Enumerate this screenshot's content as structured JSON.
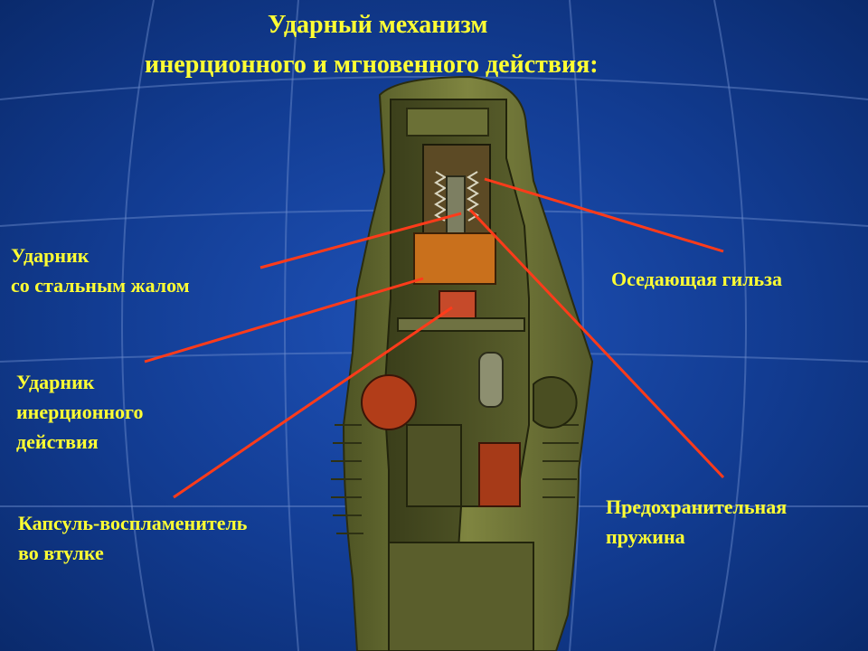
{
  "slide": {
    "title_line1": "Ударный механизм",
    "title_line2": "инерционного и мгновенного действия:",
    "colors": {
      "background": "#123c92",
      "text": "#ffff33",
      "leader_lines": "#ff3b1a"
    }
  },
  "labels": {
    "striker_steel": {
      "line1": "Ударник",
      "line2": "со стальным жалом"
    },
    "striker_inertial": {
      "line1": "Ударник",
      "line2": "инерционного",
      "line3": "действия"
    },
    "primer": {
      "line1": "Капсуль-воспламенитель",
      "line2": "во втулке"
    },
    "sleeve": {
      "line1": "Оседающая гильза"
    },
    "spring": {
      "line1": "Предохранительная",
      "line2": "пружина"
    }
  }
}
